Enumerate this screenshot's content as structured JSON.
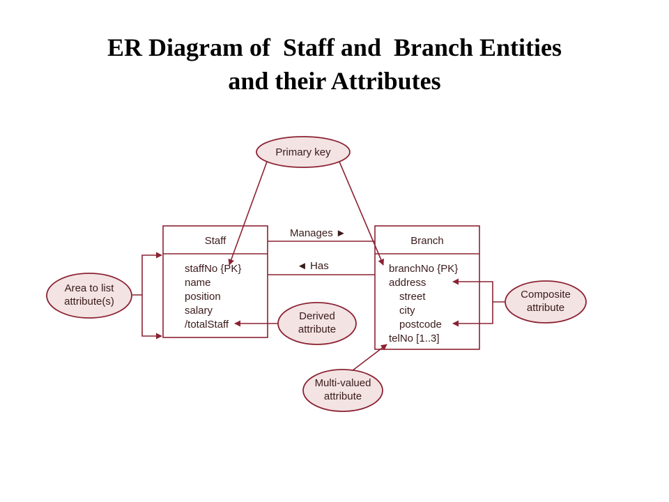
{
  "title": {
    "line1": "ER Diagram of  Staff and  Branch Entities",
    "line2": "and their Attributes"
  },
  "colors": {
    "accent": "#8b2232",
    "bubble_fill": "#f3e3e3",
    "text": "#3a1a1a"
  },
  "staff": {
    "name": "Staff",
    "attributes": [
      "staffNo {PK}",
      "name",
      "position",
      "salary",
      "/totalStaff"
    ]
  },
  "branch": {
    "name": "Branch",
    "attributes": [
      "branchNo {PK}",
      "address",
      "street",
      "city",
      "postcode",
      "telNo [1..3]"
    ]
  },
  "relationships": {
    "manages": "Manages ►",
    "has": "◄ Has"
  },
  "callouts": {
    "primary_key": [
      "Primary key"
    ],
    "area_to_list": [
      "Area to list",
      "attribute(s)"
    ],
    "derived": [
      "Derived",
      "attribute"
    ],
    "composite": [
      "Composite",
      "attribute"
    ],
    "multi_valued": [
      "Multi-valued",
      "attribute"
    ]
  }
}
